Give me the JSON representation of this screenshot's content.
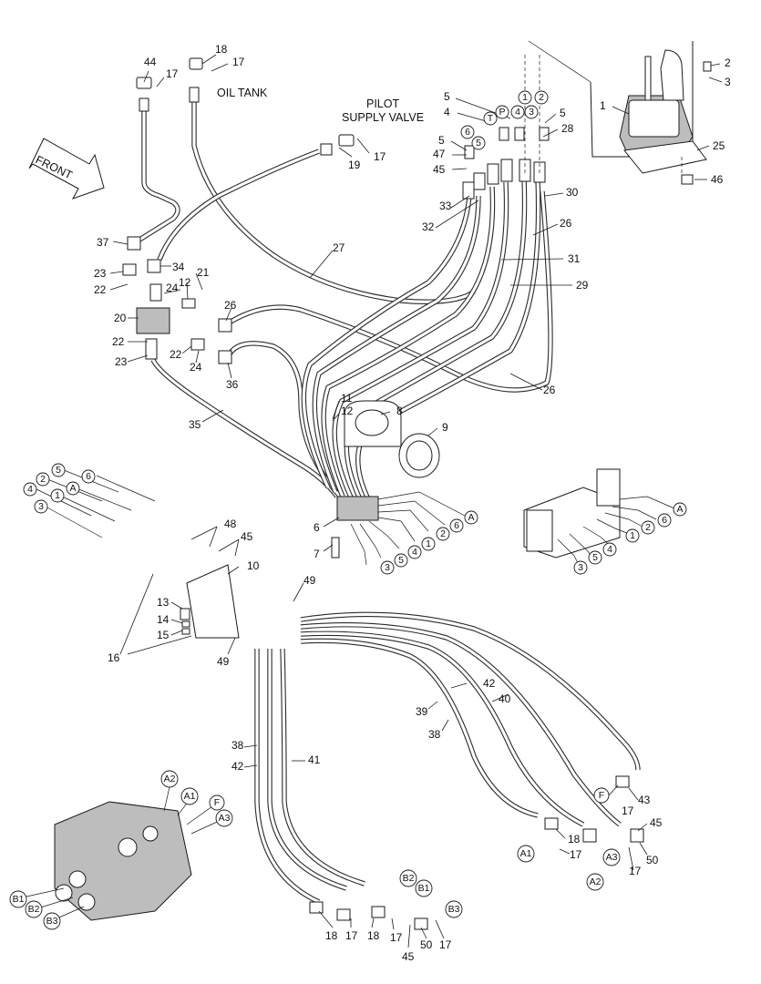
{
  "labels": {
    "oil_tank": "OIL TANK",
    "pilot_supply_line1": "PILOT",
    "pilot_supply_line2": "SUPPLY VALVE",
    "front": "FRONT"
  },
  "callouts": [
    {
      "id": "c-44",
      "text": "44"
    },
    {
      "id": "c-17a",
      "text": "17"
    },
    {
      "id": "c-18a",
      "text": "18"
    },
    {
      "id": "c-17b",
      "text": "17"
    },
    {
      "id": "c-5a",
      "text": "5"
    },
    {
      "id": "c-4a",
      "text": "4"
    },
    {
      "id": "c-5b",
      "text": "5"
    },
    {
      "id": "c-47",
      "text": "47"
    },
    {
      "id": "c-45a",
      "text": "45"
    },
    {
      "id": "c-2",
      "text": "2"
    },
    {
      "id": "c-3",
      "text": "3"
    },
    {
      "id": "c-1",
      "text": "1"
    },
    {
      "id": "c-5c",
      "text": "5"
    },
    {
      "id": "c-28",
      "text": "28"
    },
    {
      "id": "c-25",
      "text": "25"
    },
    {
      "id": "c-46",
      "text": "46"
    },
    {
      "id": "c-19",
      "text": "19"
    },
    {
      "id": "c-17c",
      "text": "17"
    },
    {
      "id": "c-33",
      "text": "33"
    },
    {
      "id": "c-32",
      "text": "32"
    },
    {
      "id": "c-30",
      "text": "30"
    },
    {
      "id": "c-26a",
      "text": "26"
    },
    {
      "id": "c-31",
      "text": "31"
    },
    {
      "id": "c-29",
      "text": "29"
    },
    {
      "id": "c-27",
      "text": "27"
    },
    {
      "id": "c-37",
      "text": "37"
    },
    {
      "id": "c-34",
      "text": "34"
    },
    {
      "id": "c-23a",
      "text": "23"
    },
    {
      "id": "c-22a",
      "text": "22"
    },
    {
      "id": "c-21",
      "text": "21"
    },
    {
      "id": "c-12a",
      "text": "12"
    },
    {
      "id": "c-24a",
      "text": "24"
    },
    {
      "id": "c-20",
      "text": "20"
    },
    {
      "id": "c-26b",
      "text": "26"
    },
    {
      "id": "c-22b",
      "text": "22"
    },
    {
      "id": "c-23b",
      "text": "23"
    },
    {
      "id": "c-22c",
      "text": "22"
    },
    {
      "id": "c-24b",
      "text": "24"
    },
    {
      "id": "c-36",
      "text": "36"
    },
    {
      "id": "c-26c",
      "text": "26"
    },
    {
      "id": "c-11",
      "text": "11"
    },
    {
      "id": "c-12b",
      "text": "12"
    },
    {
      "id": "c-8",
      "text": "8"
    },
    {
      "id": "c-9",
      "text": "9"
    },
    {
      "id": "c-35",
      "text": "35"
    },
    {
      "id": "c-6",
      "text": "6"
    },
    {
      "id": "c-7",
      "text": "7"
    },
    {
      "id": "c-48",
      "text": "48"
    },
    {
      "id": "c-45b",
      "text": "45"
    },
    {
      "id": "c-10",
      "text": "10"
    },
    {
      "id": "c-49a",
      "text": "49"
    },
    {
      "id": "c-13",
      "text": "13"
    },
    {
      "id": "c-14",
      "text": "14"
    },
    {
      "id": "c-15",
      "text": "15"
    },
    {
      "id": "c-16",
      "text": "16"
    },
    {
      "id": "c-49b",
      "text": "49"
    },
    {
      "id": "c-42a",
      "text": "42"
    },
    {
      "id": "c-40",
      "text": "40"
    },
    {
      "id": "c-39",
      "text": "39"
    },
    {
      "id": "c-38a",
      "text": "38"
    },
    {
      "id": "c-38b",
      "text": "38"
    },
    {
      "id": "c-42b",
      "text": "42"
    },
    {
      "id": "c-41",
      "text": "41"
    },
    {
      "id": "c-17d",
      "text": "17"
    },
    {
      "id": "c-43",
      "text": "43"
    },
    {
      "id": "c-45c",
      "text": "45"
    },
    {
      "id": "c-18b",
      "text": "18"
    },
    {
      "id": "c-17e",
      "text": "17"
    },
    {
      "id": "c-17f",
      "text": "17"
    },
    {
      "id": "c-50a",
      "text": "50"
    },
    {
      "id": "c-18c",
      "text": "18"
    },
    {
      "id": "c-17g",
      "text": "17"
    },
    {
      "id": "c-18d",
      "text": "18"
    },
    {
      "id": "c-17h",
      "text": "17"
    },
    {
      "id": "c-45d",
      "text": "45"
    },
    {
      "id": "c-50b",
      "text": "50"
    },
    {
      "id": "c-17i",
      "text": "17"
    }
  ],
  "port_markers": [
    {
      "id": "m-6a",
      "text": "6"
    },
    {
      "id": "m-5a",
      "text": "5"
    },
    {
      "id": "m-T",
      "text": "T"
    },
    {
      "id": "m-P",
      "text": "P"
    },
    {
      "id": "m-4a",
      "text": "4"
    },
    {
      "id": "m-3a",
      "text": "3"
    },
    {
      "id": "m-1a",
      "text": "1"
    },
    {
      "id": "m-2a",
      "text": "2"
    },
    {
      "id": "m-Aa",
      "text": "A"
    },
    {
      "id": "m-6b",
      "text": "6"
    },
    {
      "id": "m-2b",
      "text": "2"
    },
    {
      "id": "m-1b",
      "text": "1"
    },
    {
      "id": "m-4b",
      "text": "4"
    },
    {
      "id": "m-5b",
      "text": "5"
    },
    {
      "id": "m-3b",
      "text": "3"
    },
    {
      "id": "m-Ab",
      "text": "A"
    },
    {
      "id": "m-6c",
      "text": "6"
    },
    {
      "id": "m-2c",
      "text": "2"
    },
    {
      "id": "m-1c",
      "text": "1"
    },
    {
      "id": "m-4c",
      "text": "4"
    },
    {
      "id": "m-5c",
      "text": "5"
    },
    {
      "id": "m-3c",
      "text": "3"
    },
    {
      "id": "m-5d",
      "text": "5"
    },
    {
      "id": "m-2d",
      "text": "2"
    },
    {
      "id": "m-Ac",
      "text": "A"
    },
    {
      "id": "m-6d",
      "text": "6"
    },
    {
      "id": "m-4d",
      "text": "4"
    },
    {
      "id": "m-1d",
      "text": "1"
    },
    {
      "id": "m-3d",
      "text": "3"
    },
    {
      "id": "m-F1",
      "text": "F"
    },
    {
      "id": "m-A1a",
      "text": "A1"
    },
    {
      "id": "m-A3a",
      "text": "A3"
    },
    {
      "id": "m-A2a",
      "text": "A2"
    },
    {
      "id": "m-B2a",
      "text": "B2"
    },
    {
      "id": "m-B1a",
      "text": "B1"
    },
    {
      "id": "m-B3a",
      "text": "B3"
    },
    {
      "id": "m-A2b",
      "text": "A2"
    },
    {
      "id": "m-A1b",
      "text": "A1"
    },
    {
      "id": "m-F2",
      "text": "F"
    },
    {
      "id": "m-A3b",
      "text": "A3"
    },
    {
      "id": "m-B1b",
      "text": "B1"
    },
    {
      "id": "m-B2b",
      "text": "B2"
    },
    {
      "id": "m-B3b",
      "text": "B3"
    }
  ]
}
